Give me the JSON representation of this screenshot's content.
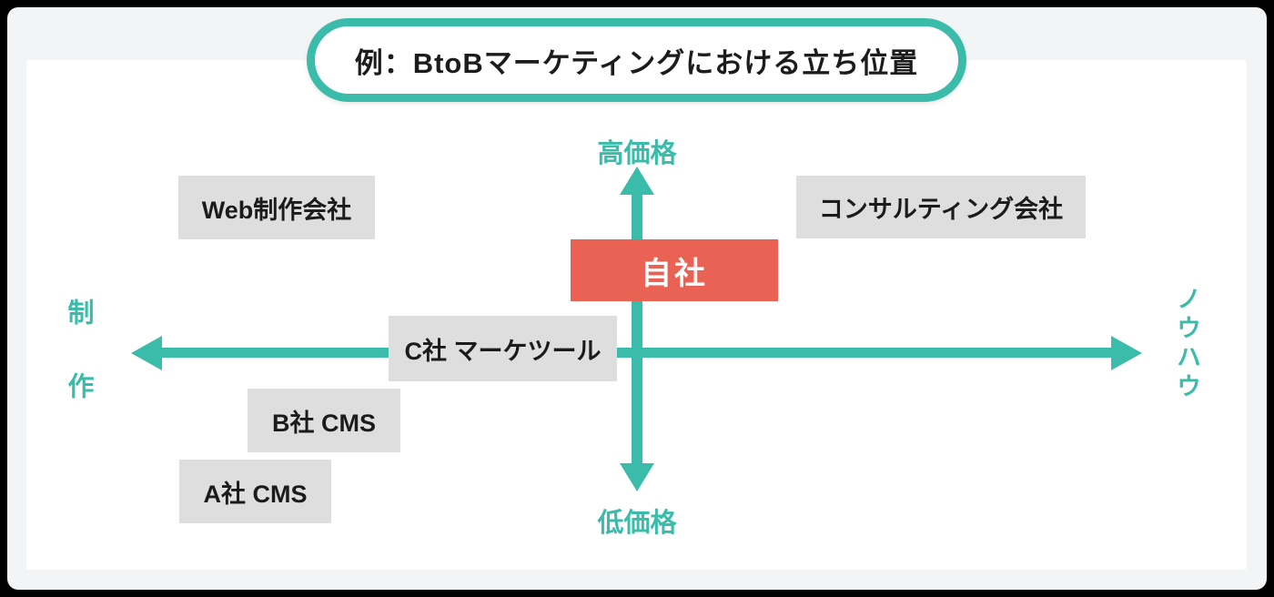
{
  "title": "例：BtoBマーケティングにおける立ち位置",
  "axes": {
    "top": "高価格",
    "bottom": "低価格",
    "left": "制作",
    "right": "ノウハウ"
  },
  "entities": {
    "self": "自社",
    "web": "Web制作会社",
    "consulting": "コンサルティング会社",
    "c_tool": "C社 マーケツール",
    "b_cms": "B社 CMS",
    "a_cms": "A社 CMS"
  },
  "colors": {
    "teal": "#3bbcaa",
    "red": "#ea6253",
    "box_gray": "#dedede",
    "title_text": "#1c1c1c"
  }
}
